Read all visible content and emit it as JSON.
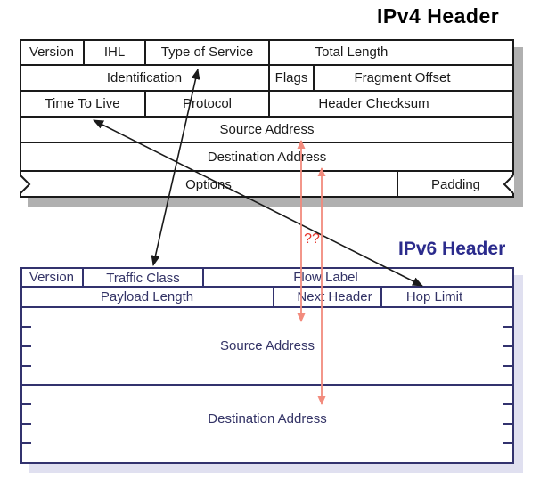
{
  "ipv4": {
    "title": "IPv4 Header",
    "fields": {
      "version": "Version",
      "ihl": "IHL",
      "type_of_service": "Type of Service",
      "total_length": "Total Length",
      "identification": "Identification",
      "flags": "Flags",
      "fragment_offset": "Fragment Offset",
      "time_to_live": "Time To Live",
      "protocol": "Protocol",
      "header_checksum": "Header Checksum",
      "source_address": "Source Address",
      "destination_address": "Destination Address",
      "options": "Options",
      "padding": "Padding"
    }
  },
  "ipv6": {
    "title": "IPv6 Header",
    "fields": {
      "version": "Version",
      "traffic_class": "Traffic Class",
      "flow_label": "Flow Label",
      "payload_length": "Payload Length",
      "next_header": "Next Header",
      "hop_limit": "Hop Limit",
      "source_address": "Source Address",
      "destination_address": "Destination Address"
    }
  },
  "annotations": {
    "question_label": "??",
    "mappings": [
      {
        "from": "IPv4 Type of Service",
        "to": "IPv6 Traffic Class",
        "style": "black-double-arrow"
      },
      {
        "from": "IPv4 Time To Live",
        "to": "IPv6 Hop Limit",
        "style": "black-double-arrow"
      },
      {
        "from": "IPv4 Source Address",
        "to": "IPv6 Source Address",
        "style": "salmon-double-arrow"
      },
      {
        "from": "IPv4 Destination Address",
        "to": "IPv6 Destination Address",
        "style": "salmon-double-arrow"
      }
    ]
  },
  "colors": {
    "ipv4_line": "#1a1a1a",
    "ipv4_text": "#1a1a1a",
    "ipv4_shadow": "#b0b0b0",
    "ipv6_line": "#32326e",
    "ipv6_text": "#333366",
    "ipv6_title": "#2b2b8c",
    "ipv6_shadow": "#e0e0f0",
    "arrow_black": "#1a1a1a",
    "arrow_red": "#f28b7d",
    "question_red": "#e6352b"
  }
}
